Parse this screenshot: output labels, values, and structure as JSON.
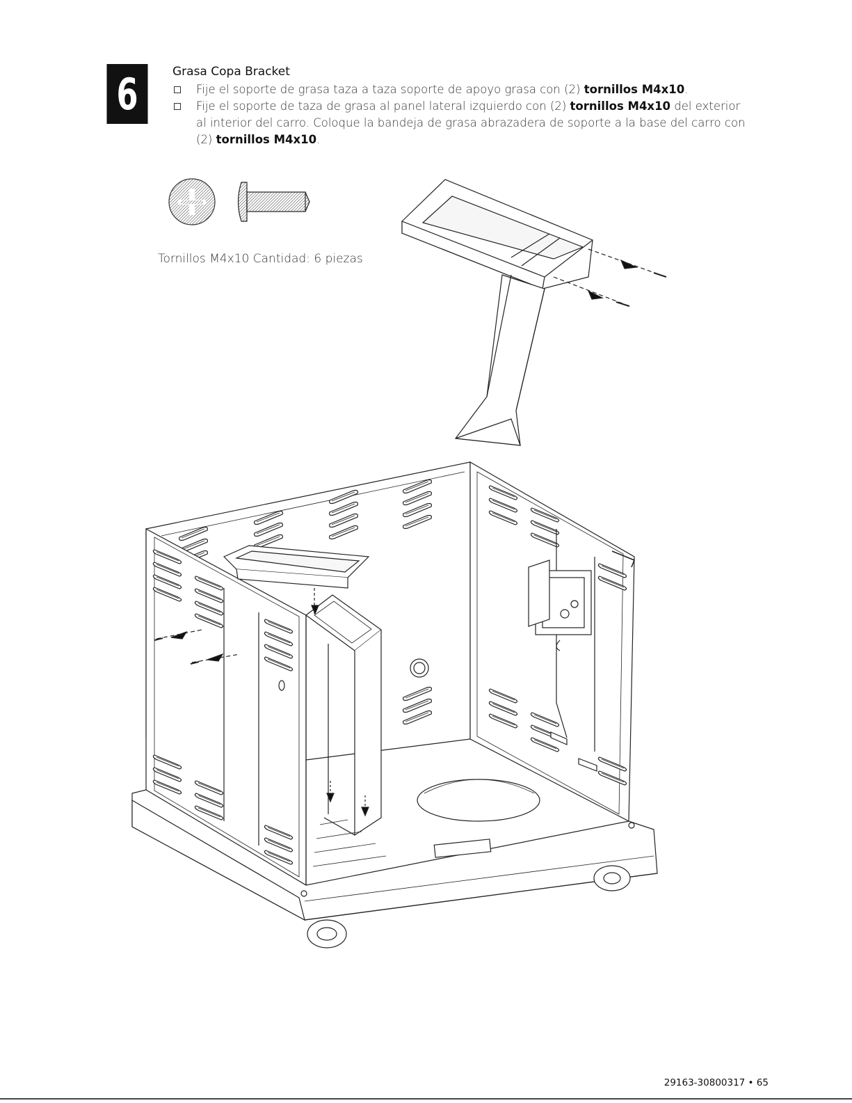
{
  "step": {
    "number": "6"
  },
  "section": {
    "title": "Grasa Copa Bracket"
  },
  "instructions": [
    {
      "before": "Fije el soporte de grasa taza a taza soporte de apoyo grasa con (2) ",
      "bold": "tornillos M4x10",
      "after": "."
    },
    {
      "before": "Fije el soporte de taza de grasa al panel lateral izquierdo con (2) ",
      "bold": "tornillos M4x10",
      "after": " del exterior al interior del carro. Coloque la bandeja de grasa abrazadera de soporte a la base del carro con (2) ",
      "bold2": "tornillos M4x10",
      "after2": "."
    }
  ],
  "parts": {
    "caption": "Tornillos M4x10 Cantidad: 6 piezas"
  },
  "footer": {
    "page_ref": "29163-30800317 • 65"
  }
}
